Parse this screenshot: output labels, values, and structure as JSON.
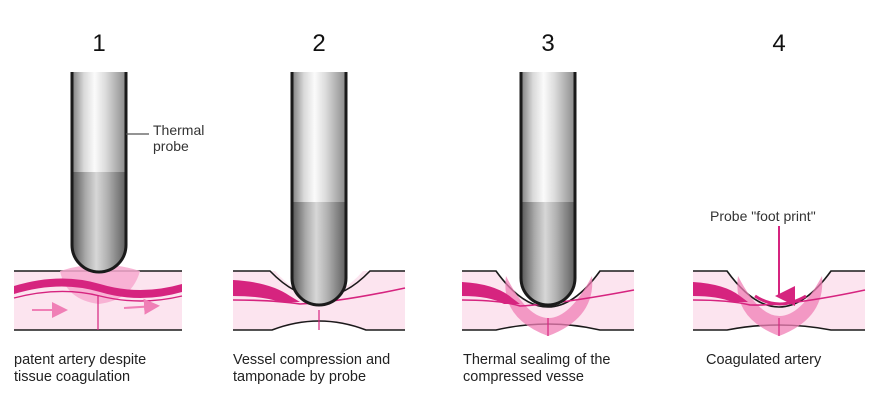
{
  "panels": [
    {
      "number": "1",
      "caption_line1": "patent artery despite",
      "caption_line2": "tissue coagulation"
    },
    {
      "number": "2",
      "caption_line1": "Vessel compression and",
      "caption_line2": "tamponade by probe"
    },
    {
      "number": "3",
      "caption_line1": "Thermal sealimg of the",
      "caption_line2": "compressed vesse"
    },
    {
      "number": "4",
      "caption_line1": "Coagulated artery",
      "caption_line2": ""
    }
  ],
  "callouts": {
    "thermal_probe_line1": "Thermal",
    "thermal_probe_line2": "probe",
    "foot_print": "Probe \"foot print\""
  },
  "colors": {
    "tissue_fill": "#fce4ef",
    "artery_magenta": "#d6247f",
    "coagulation_pink": "#f07fb6",
    "probe_dark": "#1a1a1a",
    "probe_metal_light": "#f2f2f2",
    "probe_metal_dark": "#8c8c8c"
  }
}
